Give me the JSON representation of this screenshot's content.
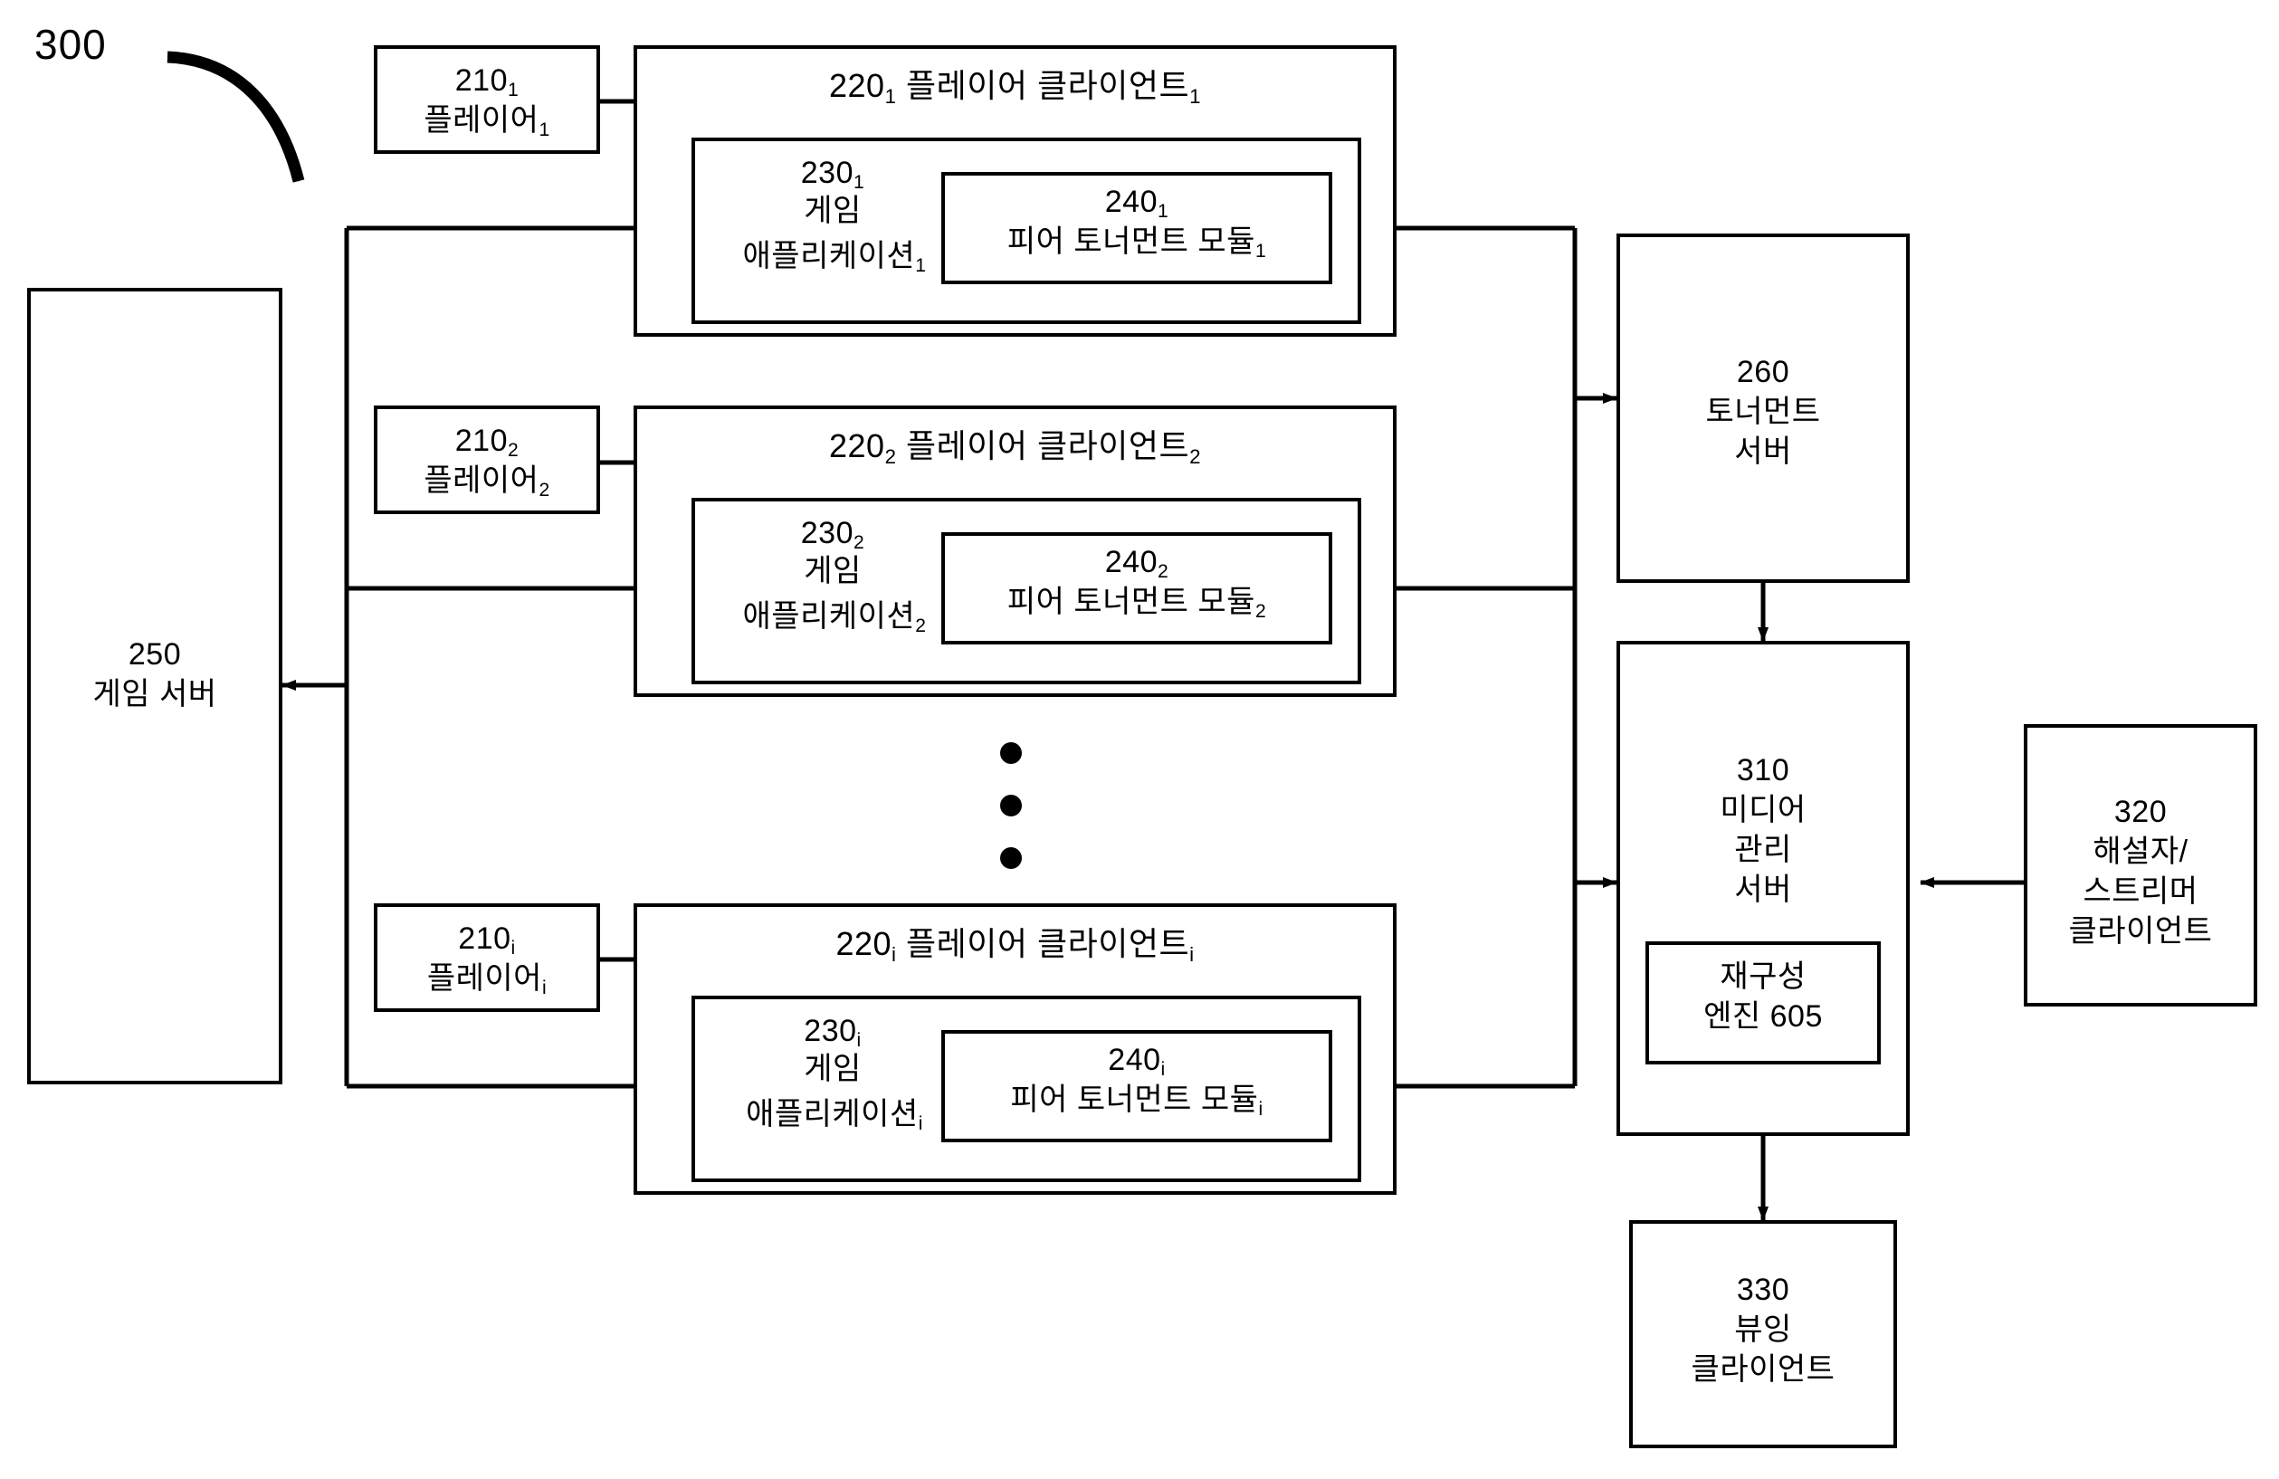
{
  "figure": {
    "number": "300",
    "callout_arrow": "curved-arrow"
  },
  "blocks": {
    "game_server": {
      "ref": "250",
      "name": "게임 서버"
    },
    "tournament_server": {
      "ref": "260",
      "line1": "토너먼트",
      "line2": "서버"
    },
    "media_server": {
      "ref": "310",
      "line1": "미디어",
      "line2": "관리",
      "line3": "서버"
    },
    "reconfiguration_engine": {
      "line1": "재구성",
      "line2": "엔진 605"
    },
    "commentator_client": {
      "ref": "320",
      "line1": "해설자/",
      "line2": "스트리머",
      "line3": "클라이언트"
    },
    "viewing_client": {
      "ref": "330",
      "line1": "뷰잉",
      "line2": "클라이언트"
    }
  },
  "player_rows": [
    {
      "subscript": "1",
      "player": {
        "ref": "210",
        "name": "플레이어"
      },
      "client": {
        "ref": "220",
        "name": "플레이어 클라이언트"
      },
      "game_app": {
        "ref": "230",
        "line1": "게임",
        "line2": "애플리케이션"
      },
      "module": {
        "ref": "240",
        "name": "피어 토너먼트 모듈"
      }
    },
    {
      "subscript": "2",
      "player": {
        "ref": "210",
        "name": "플레이어"
      },
      "client": {
        "ref": "220",
        "name": "플레이어 클라이언트"
      },
      "game_app": {
        "ref": "230",
        "line1": "게임",
        "line2": "애플리케이션"
      },
      "module": {
        "ref": "240",
        "name": "피어 토너먼트 모듈"
      }
    },
    {
      "subscript": "i",
      "player": {
        "ref": "210",
        "name": "플레이어"
      },
      "client": {
        "ref": "220",
        "name": "플레이어 클라이언트"
      },
      "game_app": {
        "ref": "230",
        "line1": "게임",
        "line2": "애플리케이션"
      },
      "module": {
        "ref": "240",
        "name": "피어 토너먼트 모듈"
      }
    }
  ],
  "ellipsis": {
    "dots": 3
  },
  "colors": {
    "stroke": "#000000",
    "background": "#ffffff"
  }
}
